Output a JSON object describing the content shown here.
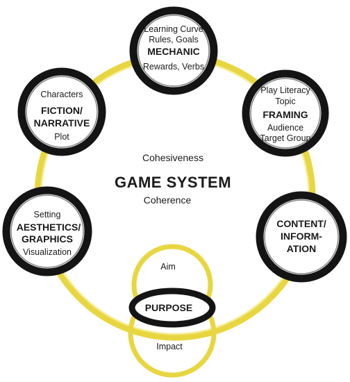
{
  "center": {
    "top": "Cohesiveness",
    "title": "GAME SYSTEM",
    "bottom": "Coherence"
  },
  "nodes": {
    "mechanic": {
      "line1": "Learning Curve",
      "line2": "Rules, Goals",
      "title": "MECHANIC",
      "line3": "Rewards, Verbs"
    },
    "framing": {
      "line1": "Play Literacy",
      "line2": "Topic",
      "title": "FRAMING",
      "line3": "Audience",
      "line4": "Target Group"
    },
    "content": {
      "title1": "CONTENT/",
      "title2": "INFORM-",
      "title3": "ATION"
    },
    "purpose": {
      "top": "Aim",
      "title": "PURPOSE",
      "bottom": "Impact"
    },
    "aesthetics": {
      "line1": "Setting",
      "title1": "AESTHETICS/",
      "title2": "GRAPHICS",
      "line2": "Visualization"
    },
    "fiction": {
      "line1": "Characters",
      "title1": "FICTION/",
      "title2": "NARRATIVE",
      "line2": "Plot"
    }
  },
  "colors": {
    "ring": "#e8d640",
    "stroke": "#141414"
  }
}
